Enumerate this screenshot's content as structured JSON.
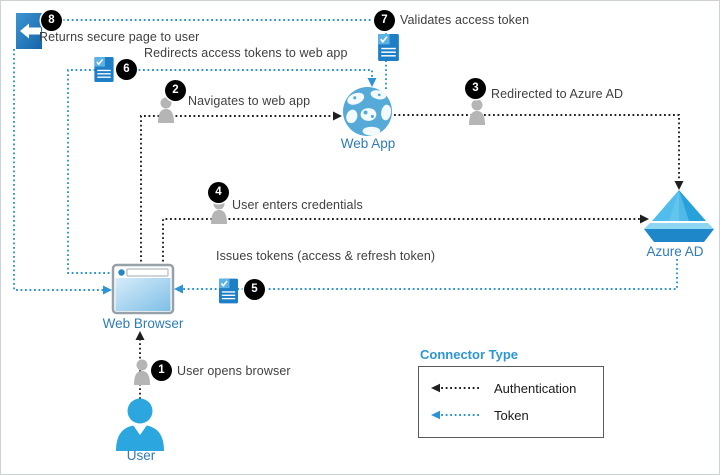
{
  "nodes": {
    "user": {
      "label": "User"
    },
    "web_browser": {
      "label": "Web Browser"
    },
    "web_app": {
      "label": "Web App"
    },
    "azure_ad": {
      "label": "Azure AD"
    }
  },
  "steps": [
    {
      "num": "1",
      "label": "User opens browser"
    },
    {
      "num": "2",
      "label": "Navigates to web app"
    },
    {
      "num": "3",
      "label": "Redirected to Azure AD"
    },
    {
      "num": "4",
      "label": "User enters credentials"
    },
    {
      "num": "5",
      "label": "Issues tokens (access & refresh token)"
    },
    {
      "num": "6",
      "label": "Redirects access tokens to web app"
    },
    {
      "num": "7",
      "label": "Validates access token"
    },
    {
      "num": "8",
      "label": "Returns secure page to user"
    }
  ],
  "legend": {
    "title": "Connector Type",
    "items": [
      {
        "label": "Authentication",
        "style": "black-dotted-arrow"
      },
      {
        "label": "Token",
        "style": "blue-dotted-arrow"
      }
    ]
  },
  "colors": {
    "authentication_line": "#1f1f1f",
    "token_line": "#2e93d4",
    "node_label": "#2e7cb8",
    "legend_title": "#2e96d2",
    "badge_bg": "#000000",
    "badge_text": "#ffffff",
    "step_text": "#3f3f3f",
    "icon_blue": "#2aa5dd"
  },
  "icons": {
    "user-icon": "blue person silhouette",
    "web-browser-icon": "blue browser window",
    "web-app-icon": "blue globe",
    "azure-ad-icon": "blue 3d diamond on pedestal",
    "token-icon": "blue document with checkmark and text lines",
    "door-exit-icon": "blue door with entering arrow",
    "person-step-icon": "gray person silhouette"
  }
}
